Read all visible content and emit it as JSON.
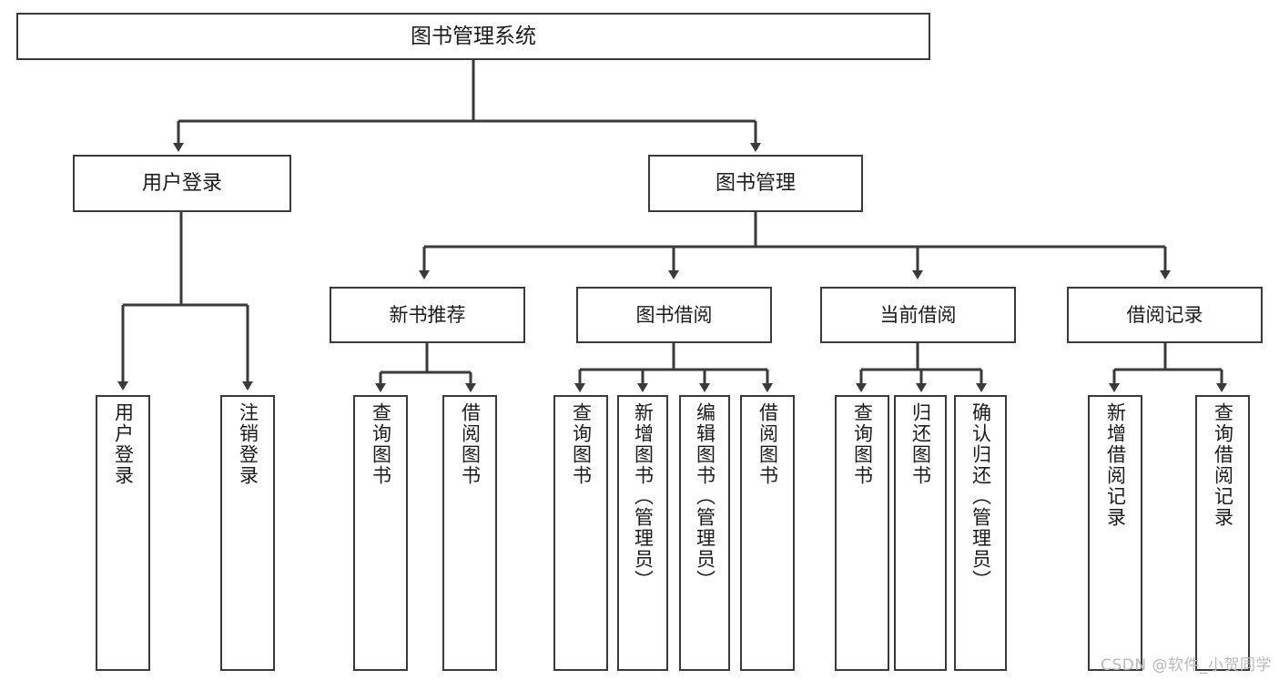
{
  "diagram": {
    "title": "图书管理系统",
    "type": "hierarchy-tree",
    "stroke_color": "#3a3a3a",
    "background_color": "#ffffff",
    "root": {
      "label": "图书管理系统"
    },
    "level2": [
      {
        "label": "用户登录"
      },
      {
        "label": "图书管理"
      }
    ],
    "level3": [
      {
        "label": "新书推荐"
      },
      {
        "label": "图书借阅"
      },
      {
        "label": "当前借阅"
      },
      {
        "label": "借阅记录"
      }
    ],
    "leaves": {
      "user_login": [
        {
          "label": "用户登录"
        },
        {
          "label": "注销登录"
        }
      ],
      "new_book_recommend": [
        {
          "label": "查询图书"
        },
        {
          "label": "借阅图书"
        }
      ],
      "book_borrow": [
        {
          "label": "查询图书"
        },
        {
          "label": "新增图书（管理员）"
        },
        {
          "label": "编辑图书（管理员）"
        },
        {
          "label": "借阅图书"
        }
      ],
      "current_borrow": [
        {
          "label": "查询图书"
        },
        {
          "label": "归还图书"
        },
        {
          "label": "确认归还（管理员）"
        }
      ],
      "borrow_record": [
        {
          "label": "新增借阅记录"
        },
        {
          "label": "查询借阅记录"
        }
      ]
    }
  },
  "watermark": {
    "text": "CSDN @软件_小贺同学",
    "color": "#b9b9b9"
  }
}
